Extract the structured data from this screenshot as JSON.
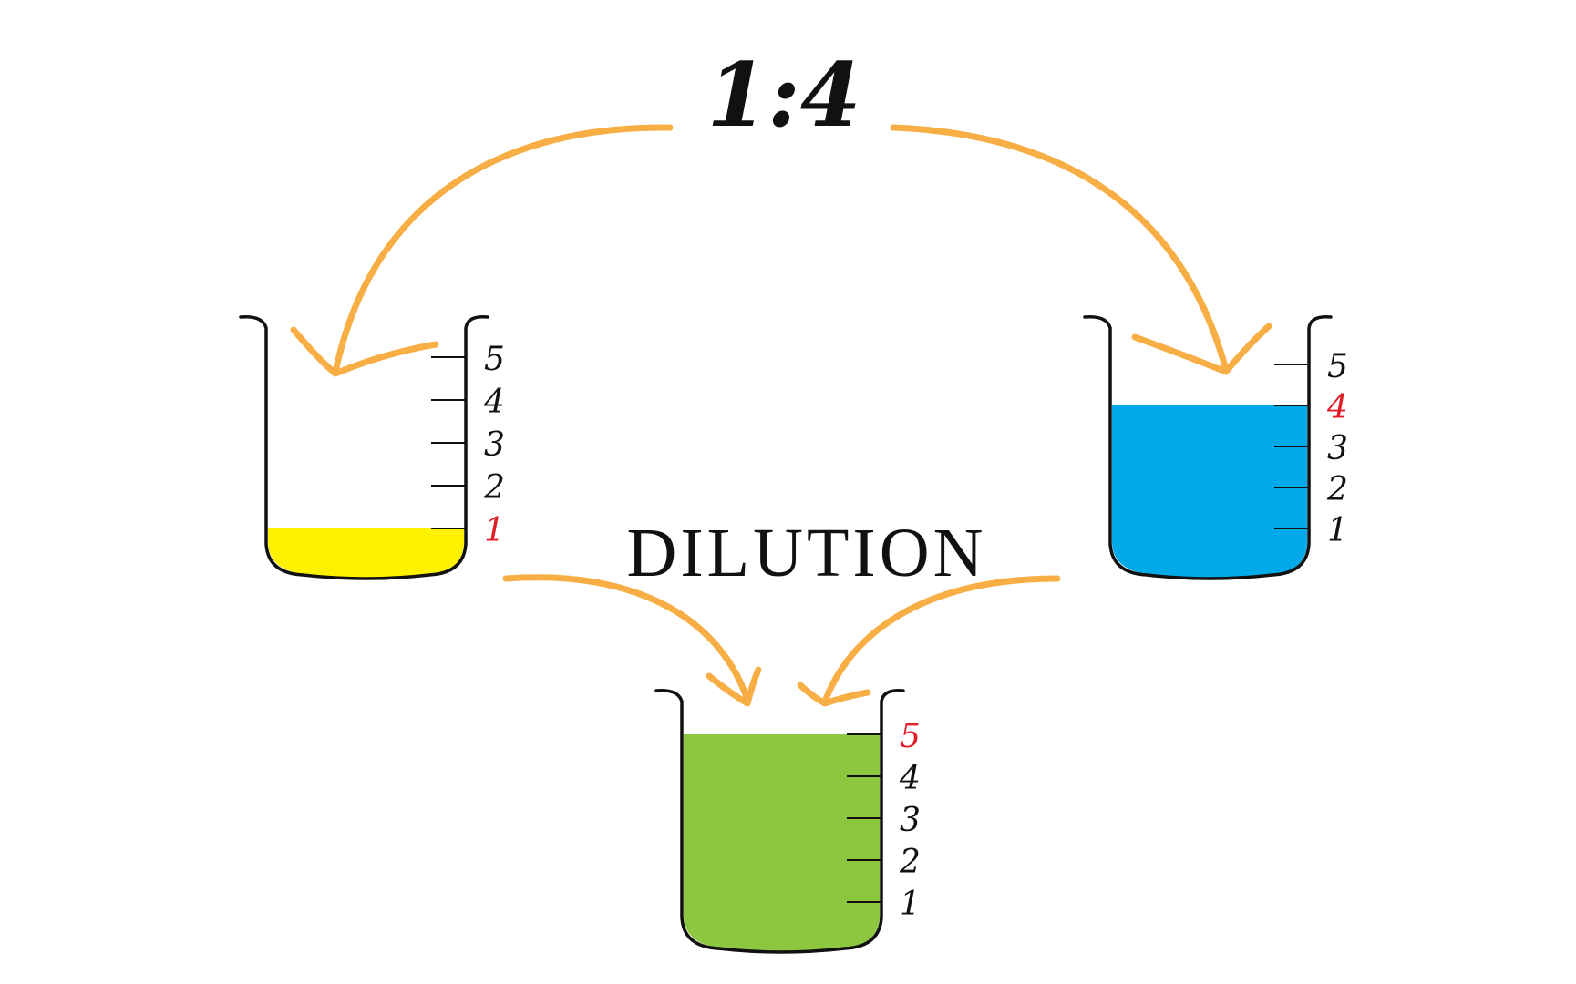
{
  "diagram": {
    "ratio_label": "1:4",
    "title": "DILUTION",
    "arrow_color": "#F7AE45",
    "highlight_color": "#E01E28",
    "tick_color": "#111111",
    "beakers": [
      {
        "id": "yellow",
        "liquid_color": "#FFF200",
        "fill_level": 1,
        "highlight_level": 1,
        "scale": [
          "1",
          "2",
          "3",
          "4",
          "5"
        ]
      },
      {
        "id": "blue",
        "liquid_color": "#00A9E8",
        "fill_level": 4,
        "highlight_level": 4,
        "scale": [
          "1",
          "2",
          "3",
          "4",
          "5"
        ]
      },
      {
        "id": "green",
        "liquid_color": "#8DC63F",
        "fill_level": 5,
        "highlight_level": 5,
        "scale": [
          "1",
          "2",
          "3",
          "4",
          "5"
        ]
      }
    ]
  }
}
